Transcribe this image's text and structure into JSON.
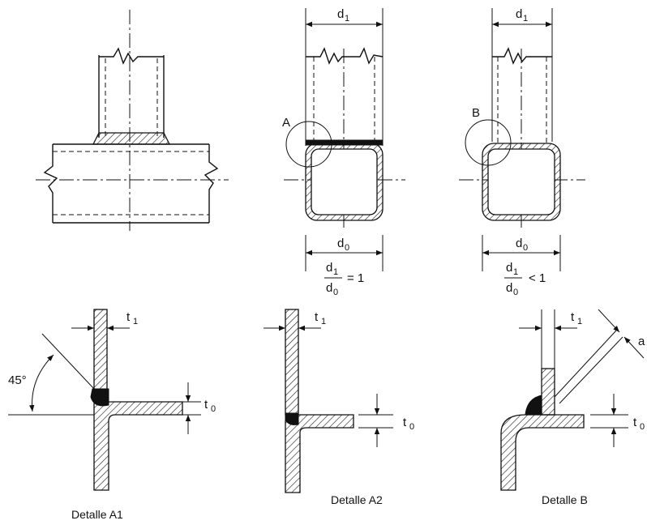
{
  "labels": {
    "d": "d",
    "t": "t",
    "a": "a",
    "sub_0": "0",
    "sub_1": "1",
    "angle": "45°",
    "ratio_eq": "= 1",
    "ratio_lt": "< 1",
    "marker_a": "A",
    "marker_b": "B"
  },
  "captions": {
    "a1": "Detalle A1",
    "a2": "Detalle A2",
    "b": "Detalle B"
  }
}
